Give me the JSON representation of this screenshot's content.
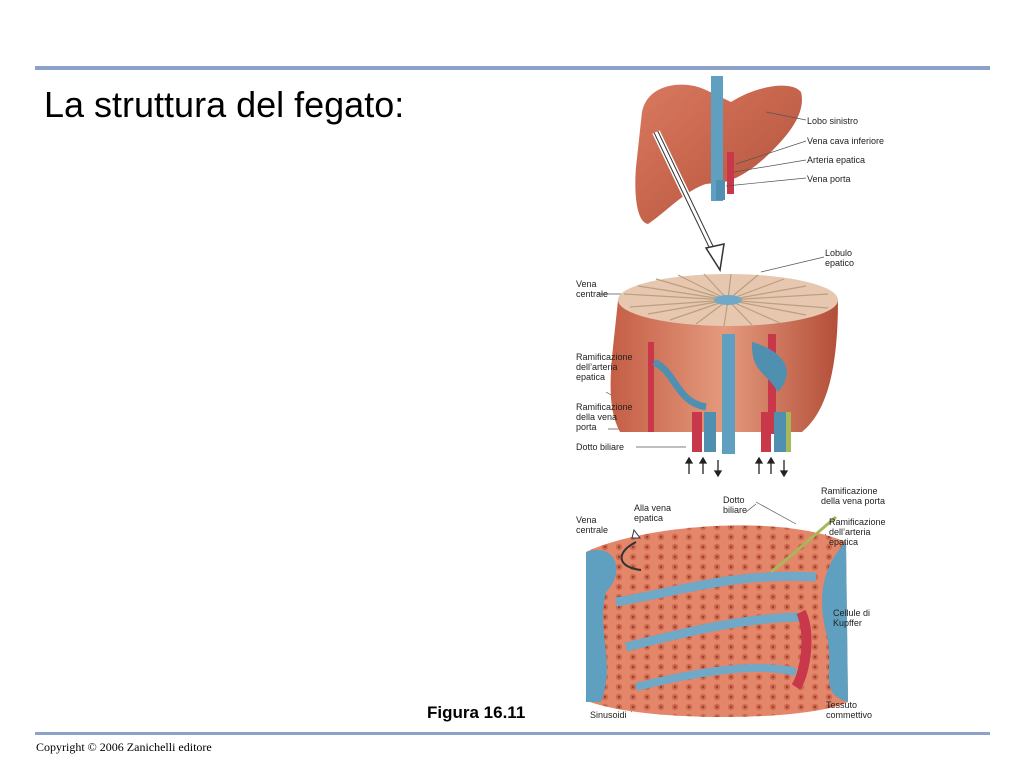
{
  "slide": {
    "title": "La struttura del fegato:",
    "caption": "Figura 16.11",
    "copyright": "Copyright © 2006 Zanichelli editore"
  },
  "figure": {
    "labels": {
      "lobo_sinistro": "Lobo sinistro",
      "vena_cava_inferiore": "Vena cava inferiore",
      "arteria_epatica": "Arteria epatica",
      "vena_porta": "Vena porta",
      "lobulo_epatico": "Lobulo\nepatico",
      "vena_centrale_1": "Vena\ncentrale",
      "ramificazione_arteria_1": "Ramificazione\ndell’arteria\nepatica",
      "ramificazione_vena_porta_1": "Ramificazione\ndella vena\nporta",
      "dotto_biliare_1": "Dotto biliare",
      "ramificazione_vena_porta_2": "Ramificazione\ndella vena porta",
      "dotto_biliare_2": "Dotto\nbiliare",
      "alla_vena_epatica": "Alla vena\nepatica",
      "vena_centrale_2": "Vena\ncentrale",
      "ramificazione_arteria_2": "Ramificazione\ndell’arteria\nepatica",
      "cellule_kupffer": "Cellule di\nKupffer",
      "tessuto_connettivo": "Tessuto\ncommettivo",
      "sinusoidi": "Sinusoidi"
    },
    "colors": {
      "liver": "#c8674e",
      "liver_dark": "#a44a35",
      "vein_blue": "#5f9fbf",
      "artery_red": "#c8384a",
      "bile_green": "#a7b85a",
      "cell_orange": "#e07a5c"
    }
  }
}
